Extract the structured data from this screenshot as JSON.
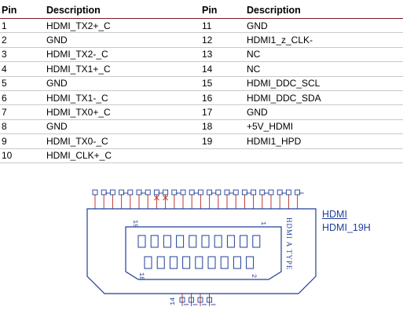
{
  "table": {
    "headers": [
      "Pin",
      "Description",
      "Pin",
      "Description"
    ],
    "rows": [
      [
        "1",
        "HDMI_TX2+_C",
        "11",
        "GND"
      ],
      [
        "2",
        "GND",
        "12",
        "HDMI1_z_CLK-"
      ],
      [
        "3",
        "HDMI_TX2-_C",
        "13",
        "NC"
      ],
      [
        "4",
        "HDMI_TX1+_C",
        "14",
        "NC"
      ],
      [
        "5",
        "GND",
        "15",
        "HDMI_DDC_SCL"
      ],
      [
        "6",
        "HDMI_TX1-_C",
        "16",
        "HDMI_DDC_SDA"
      ],
      [
        "7",
        "HDMI_TX0+_C",
        "17",
        "GND"
      ],
      [
        "8",
        "GND",
        "18",
        "+5V_HDMI"
      ],
      [
        "9",
        "HDMI_TX0-_C",
        "19",
        "HDMI1_HPD"
      ],
      [
        "10",
        "HDMI_CLK+_C",
        "",
        ""
      ]
    ]
  },
  "connector": {
    "designator": "HDMI",
    "part_name": "HDMI_19H",
    "body_text": "HDMI A TYPE",
    "pin_label_19": "19",
    "pin_label_1": "1",
    "pin_label_18": "18",
    "pin_label_2": "2",
    "pin_label_14": "14"
  },
  "colors": {
    "schematic_outline": "#1f3f9a",
    "pin_red": "#c0392b",
    "header_rule": "#7a1f2b"
  }
}
